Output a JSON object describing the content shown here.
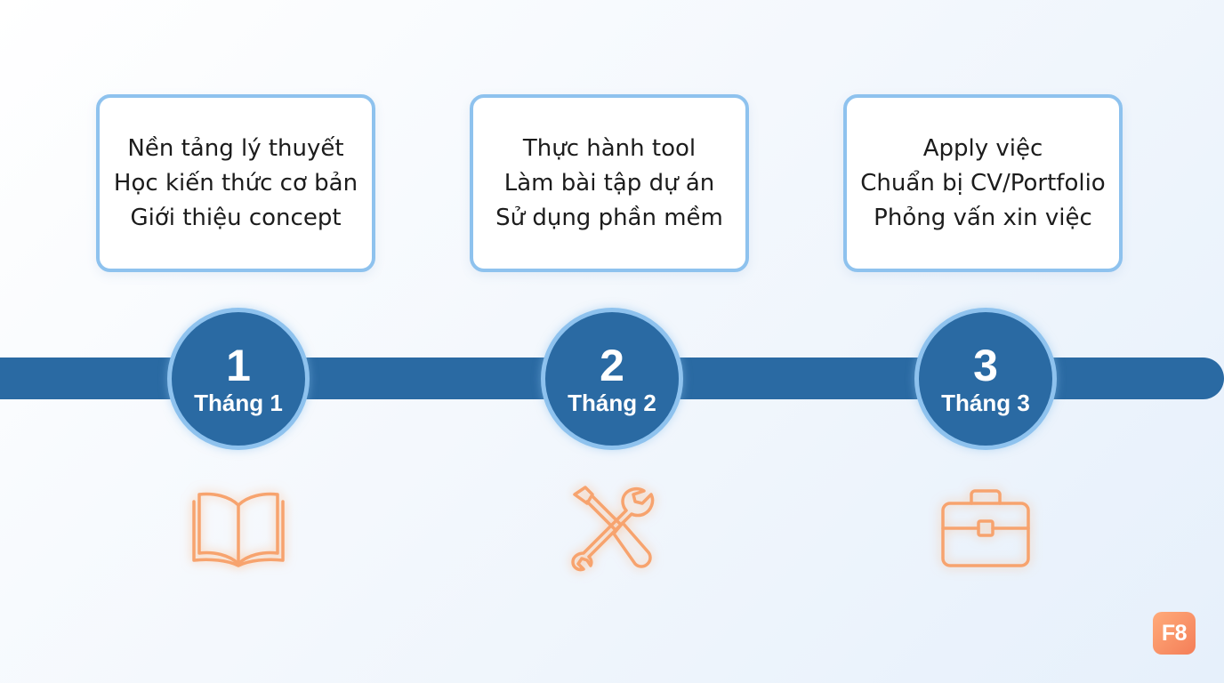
{
  "colors": {
    "timeline": "#2a6aa3",
    "accent_border": "#8ec2ee",
    "icon_orange": "#f7a36e",
    "logo_orange": "#f47e58"
  },
  "steps": [
    {
      "number": "1",
      "label": "Tháng 1",
      "lines": [
        "Nền tảng lý thuyết",
        "Học kiến thức cơ bản",
        "Giới thiệu concept"
      ],
      "icon": "open-book-icon"
    },
    {
      "number": "2",
      "label": "Tháng 2",
      "lines": [
        "Thực hành tool",
        "Làm bài tập dự án",
        "Sử dụng phần mềm"
      ],
      "icon": "wrench-screwdriver-icon"
    },
    {
      "number": "3",
      "label": "Tháng 3",
      "lines": [
        "Apply việc",
        "Chuẩn bị CV/Portfolio",
        "Phỏng vấn xin việc"
      ],
      "icon": "briefcase-icon"
    }
  ],
  "logo": {
    "text": "F8"
  }
}
